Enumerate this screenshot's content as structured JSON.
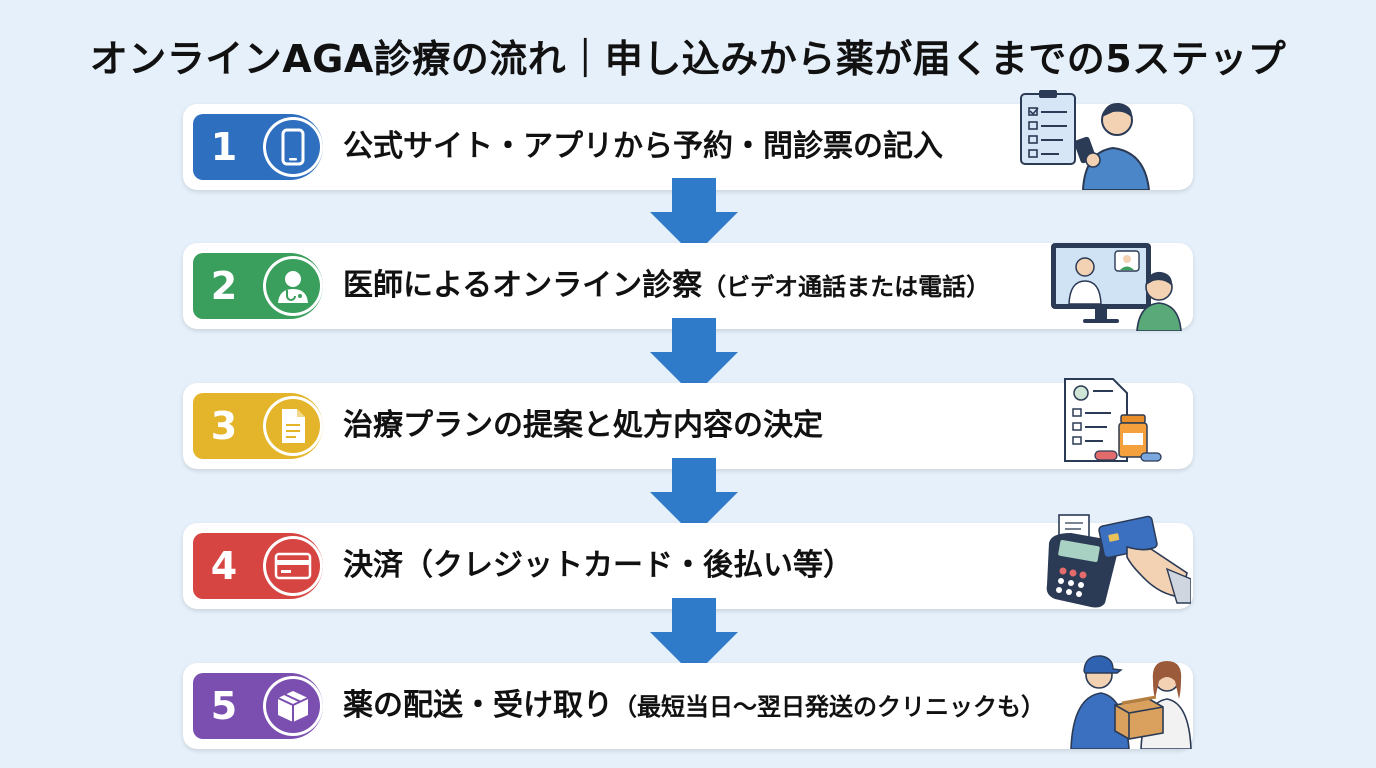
{
  "title": "オンラインAGA診療の流れ｜申し込みから薬が届くまでの5ステップ",
  "colors": {
    "background": "#e6f0fa",
    "arrow": "#2f7ac9",
    "step1": "#2f6fbf",
    "step2": "#3a9e5c",
    "step3": "#e4b52a",
    "step4": "#d64541",
    "step5": "#7a4fb0"
  },
  "steps": [
    {
      "number": "1",
      "icon": "smartphone-icon",
      "label": "公式サイト・アプリから予約・問診票の記入",
      "note": "",
      "illustration": "clipboard-phone-person-illustration"
    },
    {
      "number": "2",
      "icon": "doctor-icon",
      "label": "医師によるオンライン診察",
      "note": "（ビデオ通話または電話）",
      "illustration": "video-call-monitor-illustration"
    },
    {
      "number": "3",
      "icon": "document-icon",
      "label": "治療プランの提案と処方内容の決定",
      "note": "",
      "illustration": "prescription-medicine-illustration"
    },
    {
      "number": "4",
      "icon": "credit-card-icon",
      "label": "決済（クレジットカード・後払い等）",
      "note": "",
      "illustration": "card-terminal-illustration"
    },
    {
      "number": "5",
      "icon": "package-icon",
      "label": "薬の配送・受け取り",
      "note": "（最短当日〜翌日発送のクリニックも）",
      "illustration": "delivery-handover-illustration"
    }
  ]
}
